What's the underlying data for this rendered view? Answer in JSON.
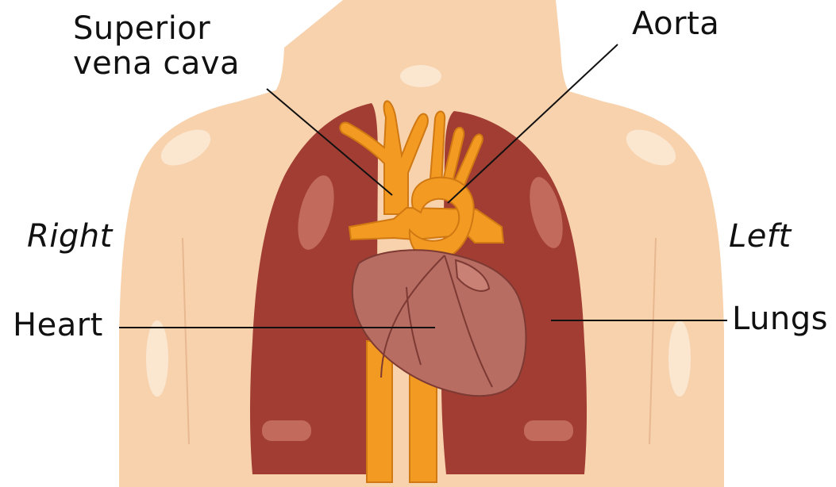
{
  "labels": {
    "superior_vena_cava": [
      "Superior",
      "vena cava"
    ],
    "aorta": "Aorta",
    "right": "Right",
    "left": "Left",
    "heart": "Heart",
    "lungs": "Lungs"
  },
  "colors": {
    "skin": "#f7d2ad",
    "skin_highlight": "#fbe6d0",
    "lung": "#a13d33",
    "lung_highlight": "#c26a5c",
    "heart": "#b86d63",
    "heart_outline": "#7d3a33",
    "vessels": "#f29a22",
    "vessels_outline": "#d07812",
    "leader_lines": "#111111"
  }
}
